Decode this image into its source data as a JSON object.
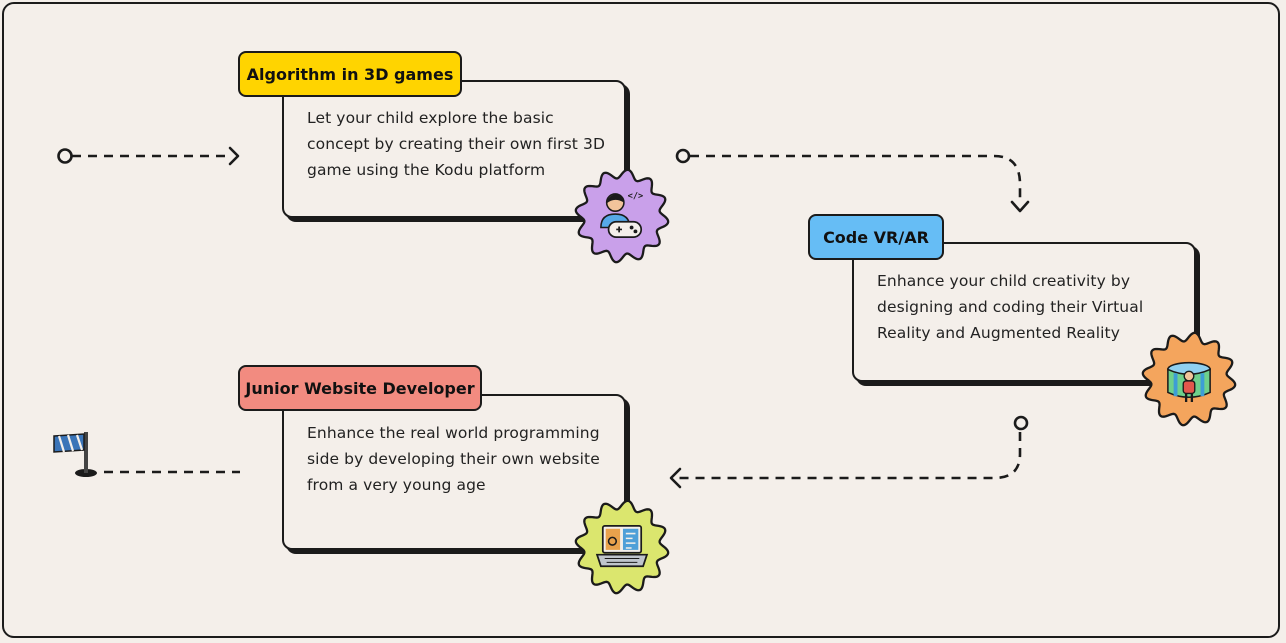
{
  "steps": [
    {
      "title": "Algorithm in 3D games",
      "description": "Let your child explore the basic concept by creating their own first 3D game using the Kodu platform",
      "color": "#ffd400",
      "badge_color": "#c9a0ea",
      "icon": "game-developer-icon"
    },
    {
      "title": "Code VR/AR",
      "description": "Enhance your child creativity by designing and coding their Virtual Reality and Augmented Reality",
      "color": "#66bdf5",
      "badge_color": "#f4a55d",
      "icon": "vr-room-icon"
    },
    {
      "title": "Junior Website Developer",
      "description": "Enhance the real world programming side by developing their own website from a very young age",
      "color": "#f28b80",
      "badge_color": "#dbe66e",
      "icon": "web-development-laptop-icon"
    }
  ],
  "start_marker": "start-circle-icon",
  "finish_marker": "finish-flag-icon"
}
